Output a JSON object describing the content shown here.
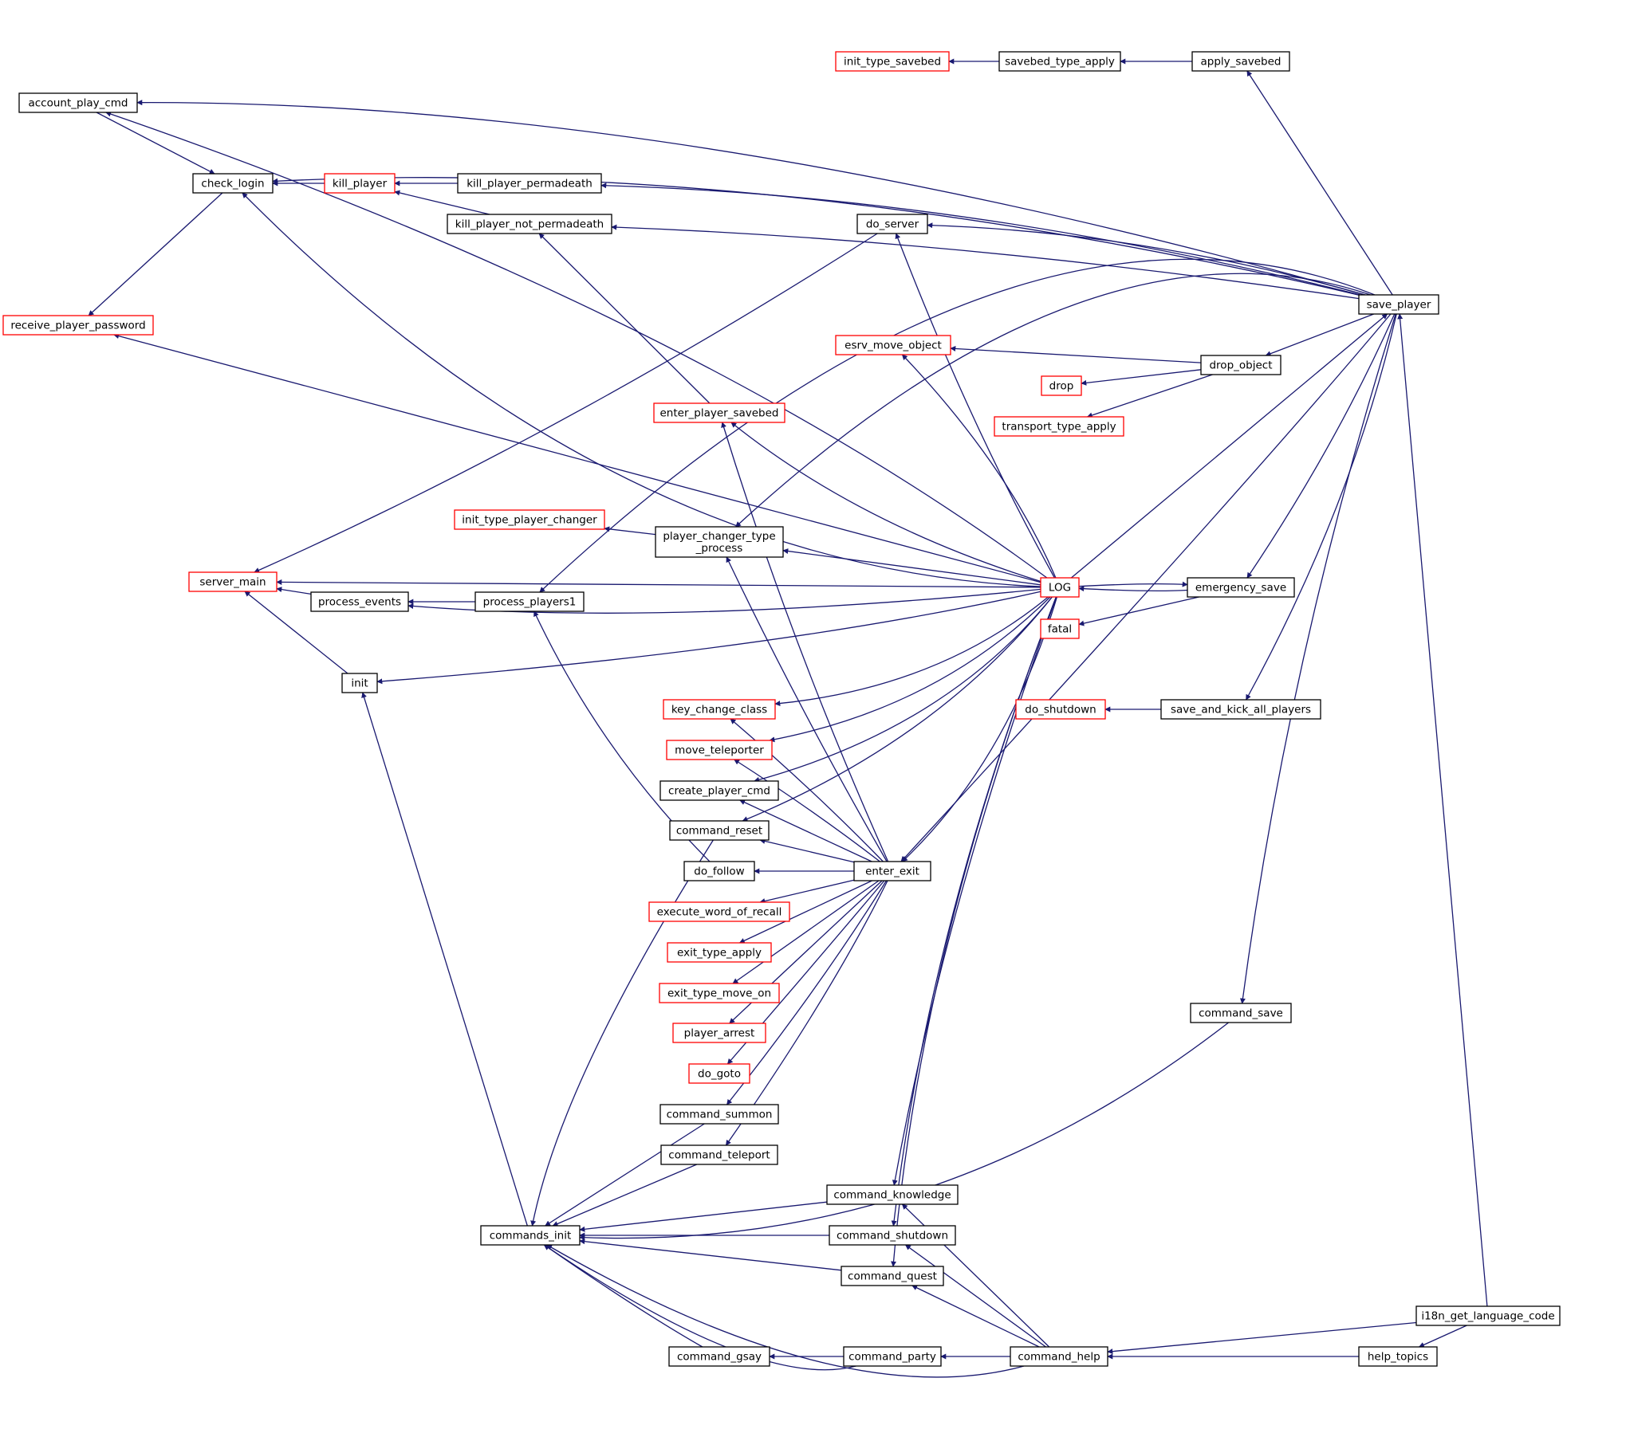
{
  "colors": {
    "edge": "#191970",
    "border_default": "#000000",
    "border_truncated": "#ff0000",
    "root_fill": "#bfbfbf"
  },
  "nodes": [
    {
      "id": "i18n_get_language_code",
      "label": "i18n_get_language_code",
      "style": "root"
    },
    {
      "id": "save_player",
      "label": "save_player",
      "style": "default"
    },
    {
      "id": "help_topics",
      "label": "help_topics",
      "style": "default"
    },
    {
      "id": "command_help",
      "label": "command_help",
      "style": "default"
    },
    {
      "id": "command_party",
      "label": "command_party",
      "style": "default"
    },
    {
      "id": "command_gsay",
      "label": "command_gsay",
      "style": "default"
    },
    {
      "id": "commands_init",
      "label": "commands_init",
      "style": "default"
    },
    {
      "id": "init",
      "label": "init",
      "style": "default"
    },
    {
      "id": "server_main",
      "label": "server_main",
      "style": "truncated"
    },
    {
      "id": "command_quest",
      "label": "command_quest",
      "style": "default"
    },
    {
      "id": "command_shutdown",
      "label": "command_shutdown",
      "style": "default"
    },
    {
      "id": "command_knowledge",
      "label": "command_knowledge",
      "style": "default"
    },
    {
      "id": "command_save",
      "label": "command_save",
      "style": "default"
    },
    {
      "id": "LOG",
      "label": "LOG",
      "style": "truncated"
    },
    {
      "id": "emergency_save",
      "label": "emergency_save",
      "style": "default"
    },
    {
      "id": "fatal",
      "label": "fatal",
      "style": "truncated"
    },
    {
      "id": "save_and_kick_all_players",
      "label": "save_and_kick_all_players",
      "style": "default"
    },
    {
      "id": "do_shutdown",
      "label": "do_shutdown",
      "style": "truncated"
    },
    {
      "id": "drop_object",
      "label": "drop_object",
      "style": "default"
    },
    {
      "id": "drop",
      "label": "drop",
      "style": "truncated"
    },
    {
      "id": "transport_type_apply",
      "label": "transport_type_apply",
      "style": "truncated"
    },
    {
      "id": "esrv_move_object",
      "label": "esrv_move_object",
      "style": "truncated"
    },
    {
      "id": "apply_savebed",
      "label": "apply_savebed",
      "style": "default"
    },
    {
      "id": "savebed_type_apply",
      "label": "savebed_type_apply",
      "style": "default"
    },
    {
      "id": "init_type_savebed",
      "label": "init_type_savebed",
      "style": "truncated"
    },
    {
      "id": "account_play_cmd",
      "label": "account_play_cmd",
      "style": "default"
    },
    {
      "id": "check_login",
      "label": "check_login",
      "style": "default"
    },
    {
      "id": "receive_player_password",
      "label": "receive_player_password",
      "style": "truncated"
    },
    {
      "id": "kill_player",
      "label": "kill_player",
      "style": "truncated"
    },
    {
      "id": "kill_player_permadeath",
      "label": "kill_player_permadeath",
      "style": "default"
    },
    {
      "id": "kill_player_not_permadeath",
      "label": "kill_player_not_permadeath",
      "style": "default"
    },
    {
      "id": "do_server",
      "label": "do_server",
      "style": "default"
    },
    {
      "id": "enter_player_savebed",
      "label": "enter_player_savebed",
      "style": "truncated"
    },
    {
      "id": "init_type_player_changer",
      "label": "init_type_player_changer",
      "style": "truncated"
    },
    {
      "id": "player_changer_type_process",
      "label": "player_changer_type\n_process",
      "style": "default"
    },
    {
      "id": "process_events",
      "label": "process_events",
      "style": "default"
    },
    {
      "id": "process_players1",
      "label": "process_players1",
      "style": "default"
    },
    {
      "id": "key_change_class",
      "label": "key_change_class",
      "style": "truncated"
    },
    {
      "id": "move_teleporter",
      "label": "move_teleporter",
      "style": "truncated"
    },
    {
      "id": "create_player_cmd",
      "label": "create_player_cmd",
      "style": "default"
    },
    {
      "id": "command_reset",
      "label": "command_reset",
      "style": "default"
    },
    {
      "id": "do_follow",
      "label": "do_follow",
      "style": "default"
    },
    {
      "id": "enter_exit",
      "label": "enter_exit",
      "style": "default"
    },
    {
      "id": "execute_word_of_recall",
      "label": "execute_word_of_recall",
      "style": "truncated"
    },
    {
      "id": "exit_type_apply",
      "label": "exit_type_apply",
      "style": "truncated"
    },
    {
      "id": "exit_type_move_on",
      "label": "exit_type_move_on",
      "style": "truncated"
    },
    {
      "id": "player_arrest",
      "label": "player_arrest",
      "style": "truncated"
    },
    {
      "id": "do_goto",
      "label": "do_goto",
      "style": "truncated"
    },
    {
      "id": "command_summon",
      "label": "command_summon",
      "style": "default"
    },
    {
      "id": "command_teleport",
      "label": "command_teleport",
      "style": "default"
    }
  ],
  "edges": [
    {
      "from": "save_player",
      "to": "i18n_get_language_code"
    },
    {
      "from": "help_topics",
      "to": "i18n_get_language_code"
    },
    {
      "from": "command_help",
      "to": "i18n_get_language_code"
    },
    {
      "from": "command_help",
      "to": "help_topics"
    },
    {
      "from": "command_party",
      "to": "command_help"
    },
    {
      "from": "command_gsay",
      "to": "command_party"
    },
    {
      "from": "commands_init",
      "to": "command_gsay"
    },
    {
      "from": "commands_init",
      "to": "command_party"
    },
    {
      "from": "commands_init",
      "to": "command_help"
    },
    {
      "from": "commands_init",
      "to": "command_quest"
    },
    {
      "from": "commands_init",
      "to": "command_shutdown"
    },
    {
      "from": "commands_init",
      "to": "command_knowledge"
    },
    {
      "from": "commands_init",
      "to": "command_save"
    },
    {
      "from": "commands_init",
      "to": "command_teleport"
    },
    {
      "from": "commands_init",
      "to": "command_summon"
    },
    {
      "from": "commands_init",
      "to": "command_reset"
    },
    {
      "from": "init",
      "to": "commands_init"
    },
    {
      "from": "server_main",
      "to": "init"
    },
    {
      "from": "server_main",
      "to": "process_events"
    },
    {
      "from": "server_main",
      "to": "do_server"
    },
    {
      "from": "command_quest",
      "to": "command_help"
    },
    {
      "from": "command_shutdown",
      "to": "command_help"
    },
    {
      "from": "command_knowledge",
      "to": "command_help"
    },
    {
      "from": "command_save",
      "to": "save_player"
    },
    {
      "from": "save_player",
      "to": "LOG"
    },
    {
      "from": "emergency_save",
      "to": "save_player"
    },
    {
      "from": "emergency_save",
      "to": "LOG"
    },
    {
      "from": "LOG",
      "to": "emergency_save"
    },
    {
      "from": "fatal",
      "to": "emergency_save"
    },
    {
      "from": "save_and_kick_all_players",
      "to": "save_player"
    },
    {
      "from": "do_shutdown",
      "to": "save_and_kick_all_players"
    },
    {
      "from": "drop_object",
      "to": "save_player"
    },
    {
      "from": "drop",
      "to": "drop_object"
    },
    {
      "from": "transport_type_apply",
      "to": "drop_object"
    },
    {
      "from": "esrv_move_object",
      "to": "drop_object"
    },
    {
      "from": "apply_savebed",
      "to": "save_player"
    },
    {
      "from": "savebed_type_apply",
      "to": "apply_savebed"
    },
    {
      "from": "init_type_savebed",
      "to": "savebed_type_apply"
    },
    {
      "from": "account_play_cmd",
      "to": "save_player"
    },
    {
      "from": "check_login",
      "to": "save_player"
    },
    {
      "from": "check_login",
      "to": "account_play_cmd"
    },
    {
      "from": "receive_player_password",
      "to": "check_login"
    },
    {
      "from": "check_login",
      "to": "kill_player"
    },
    {
      "from": "kill_player",
      "to": "kill_player_permadeath"
    },
    {
      "from": "kill_player",
      "to": "kill_player_not_permadeath"
    },
    {
      "from": "kill_player_permadeath",
      "to": "save_player"
    },
    {
      "from": "kill_player_not_permadeath",
      "to": "save_player"
    },
    {
      "from": "kill_player_not_permadeath",
      "to": "enter_player_savebed"
    },
    {
      "from": "do_server",
      "to": "save_player"
    },
    {
      "from": "process_players1",
      "to": "save_player"
    },
    {
      "from": "player_changer_type_process",
      "to": "save_player"
    },
    {
      "from": "enter_exit",
      "to": "save_player"
    },
    {
      "from": "init_type_player_changer",
      "to": "player_changer_type_process"
    },
    {
      "from": "process_events",
      "to": "process_players1"
    },
    {
      "from": "process_players1",
      "to": "do_follow"
    },
    {
      "from": "account_play_cmd",
      "to": "LOG"
    },
    {
      "from": "check_login",
      "to": "LOG"
    },
    {
      "from": "receive_player_password",
      "to": "LOG"
    },
    {
      "from": "do_server",
      "to": "LOG"
    },
    {
      "from": "esrv_move_object",
      "to": "LOG"
    },
    {
      "from": "enter_player_savebed",
      "to": "LOG"
    },
    {
      "from": "player_changer_type_process",
      "to": "LOG"
    },
    {
      "from": "server_main",
      "to": "LOG"
    },
    {
      "from": "process_events",
      "to": "LOG"
    },
    {
      "from": "init",
      "to": "LOG"
    },
    {
      "from": "key_change_class",
      "to": "LOG"
    },
    {
      "from": "move_teleporter",
      "to": "LOG"
    },
    {
      "from": "create_player_cmd",
      "to": "LOG"
    },
    {
      "from": "command_reset",
      "to": "LOG"
    },
    {
      "from": "enter_exit",
      "to": "LOG"
    },
    {
      "from": "command_knowledge",
      "to": "LOG"
    },
    {
      "from": "command_shutdown",
      "to": "LOG"
    },
    {
      "from": "command_quest",
      "to": "LOG"
    },
    {
      "from": "enter_player_savebed",
      "to": "enter_exit"
    },
    {
      "from": "player_changer_type_process",
      "to": "enter_exit"
    },
    {
      "from": "key_change_class",
      "to": "enter_exit"
    },
    {
      "from": "move_teleporter",
      "to": "enter_exit"
    },
    {
      "from": "create_player_cmd",
      "to": "enter_exit"
    },
    {
      "from": "command_reset",
      "to": "enter_exit"
    },
    {
      "from": "do_follow",
      "to": "enter_exit"
    },
    {
      "from": "execute_word_of_recall",
      "to": "enter_exit"
    },
    {
      "from": "exit_type_apply",
      "to": "enter_exit"
    },
    {
      "from": "exit_type_move_on",
      "to": "enter_exit"
    },
    {
      "from": "player_arrest",
      "to": "enter_exit"
    },
    {
      "from": "do_goto",
      "to": "enter_exit"
    },
    {
      "from": "command_summon",
      "to": "enter_exit"
    },
    {
      "from": "command_teleport",
      "to": "enter_exit"
    }
  ]
}
